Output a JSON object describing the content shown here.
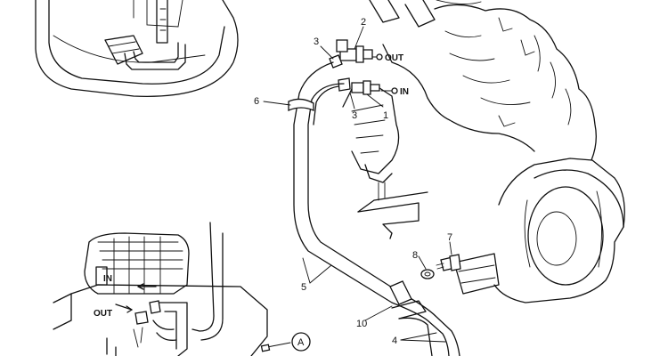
{
  "callouts": {
    "c1": "1",
    "c2": "2",
    "c3a": "3",
    "c3b": "3",
    "c4": "4",
    "c5": "5",
    "c6": "6",
    "c7": "7",
    "c8": "8",
    "c10": "10"
  },
  "port_labels": {
    "out_main": "OUT",
    "in_main": "IN",
    "in_inset": "IN",
    "out_inset": "OUT"
  },
  "reference_marker": "A"
}
